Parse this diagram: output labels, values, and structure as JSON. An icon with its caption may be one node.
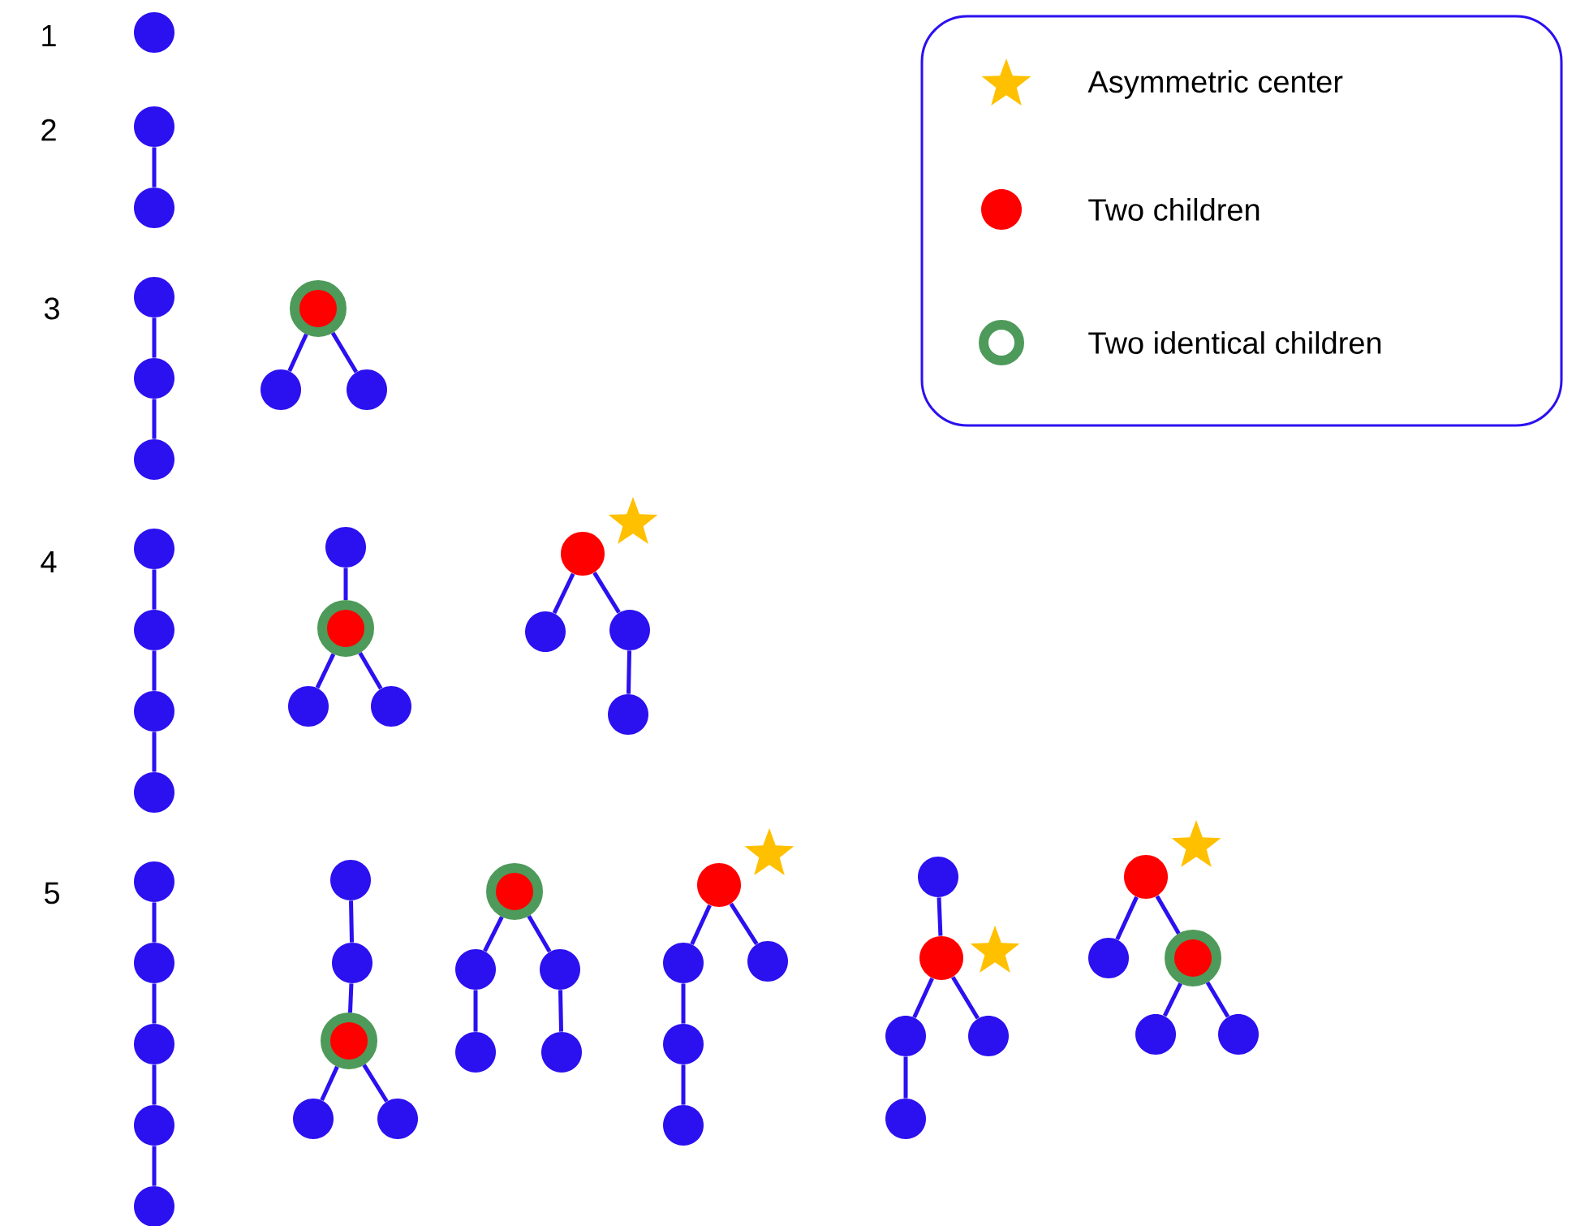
{
  "diagram": {
    "nodes": [
      {
        "text": [],
        "shape": "circle"
      },
      {
        "text": [],
        "shape": "circle"
      },
      {
        "text": [],
        "shape": "circle"
      },
      {
        "text": [],
        "shape": "circle"
      },
      {
        "text": [],
        "shape": "circle"
      },
      {
        "text": [],
        "shape": "circle"
      },
      {
        "text": [],
        "shape": "circle"
      },
      {
        "text": [],
        "shape": "circle"
      },
      {
        "text": [],
        "shape": "circle"
      },
      {
        "text": [],
        "shape": "circle"
      },
      {
        "text": [],
        "shape": "circle"
      },
      {
        "text": [],
        "shape": "circle"
      },
      {
        "text": [],
        "shape": "circle"
      },
      {
        "text": [],
        "shape": "circle"
      },
      {
        "text": [],
        "shape": "circle"
      },
      {
        "text": [],
        "shape": "circle"
      },
      {
        "text": [],
        "shape": "circle"
      },
      {
        "text": [],
        "shape": "circle"
      },
      {
        "text": [],
        "shape": "circle"
      },
      {
        "text": [],
        "shape": "circle"
      },
      {
        "text": [],
        "shape": "circle"
      },
      {
        "text": [],
        "shape": "circle"
      },
      {
        "text": [],
        "shape": "circle"
      },
      {
        "text": [],
        "shape": "circle"
      },
      {
        "text": [],
        "shape": "circle"
      },
      {
        "text": [],
        "shape": "circle"
      },
      {
        "text": [],
        "shape": "circle"
      },
      {
        "text": [],
        "shape": "circle"
      },
      {
        "text": [],
        "shape": "circle"
      },
      {
        "text": [],
        "shape": "circle"
      },
      {
        "text": [],
        "shape": "circle"
      },
      {
        "text": [],
        "shape": "circle"
      },
      {
        "text": [],
        "shape": "circle"
      },
      {
        "text": [],
        "shape": "circle"
      },
      {
        "text": [],
        "shape": "circle"
      },
      {
        "text": [],
        "shape": "circle"
      },
      {
        "text": [],
        "shape": "circle"
      },
      {
        "text": [],
        "shape": "circle"
      },
      {
        "text": [],
        "shape": "circle"
      },
      {
        "text": [],
        "shape": "circle"
      },
      {
        "text": [],
        "shape": "circle"
      },
      {
        "text": [],
        "shape": "circle"
      },
      {
        "text": [],
        "shape": "circle"
      },
      {
        "text": [],
        "shape": "circle"
      },
      {
        "text": [],
        "shape": "circle"
      },
      {
        "text": [],
        "shape": "circle"
      },
      {
        "text": [],
        "shape": "circle"
      },
      {
        "text": [],
        "shape": "circle"
      },
      {
        "text": [],
        "shape": "circle"
      },
      {
        "text": [],
        "shape": "circle"
      },
      {
        "text": [],
        "shape": "circle"
      }
    ],
    "edges": [
      {
        "from": 1,
        "to": 2,
        "arrow": "none"
      },
      {
        "from": 3,
        "to": 4,
        "arrow": "none"
      },
      {
        "from": 4,
        "to": 5,
        "arrow": "none"
      },
      {
        "from": 6,
        "to": 7,
        "arrow": "none"
      },
      {
        "from": 6,
        "to": 8,
        "arrow": "none"
      },
      {
        "from": 9,
        "to": 10,
        "arrow": "none"
      },
      {
        "from": 10,
        "to": 11,
        "arrow": "none"
      },
      {
        "from": 11,
        "to": 12,
        "arrow": "none"
      },
      {
        "from": 13,
        "to": 14,
        "arrow": "none"
      },
      {
        "from": 14,
        "to": 15,
        "arrow": "none"
      },
      {
        "from": 14,
        "to": 16,
        "arrow": "none"
      },
      {
        "from": 17,
        "to": 18,
        "arrow": "none"
      },
      {
        "from": 17,
        "to": 19,
        "arrow": "none"
      },
      {
        "from": 19,
        "to": 20,
        "arrow": "none"
      },
      {
        "from": 21,
        "to": 22,
        "arrow": "none"
      },
      {
        "from": 22,
        "to": 23,
        "arrow": "none"
      },
      {
        "from": 23,
        "to": 24,
        "arrow": "none"
      },
      {
        "from": 24,
        "to": 25,
        "arrow": "none"
      },
      {
        "from": 26,
        "to": 27,
        "arrow": "none"
      },
      {
        "from": 27,
        "to": 28,
        "arrow": "none"
      },
      {
        "from": 28,
        "to": 29,
        "arrow": "none"
      },
      {
        "from": 28,
        "to": 30,
        "arrow": "none"
      },
      {
        "from": 31,
        "to": 32,
        "arrow": "none"
      },
      {
        "from": 31,
        "to": 33,
        "arrow": "none"
      },
      {
        "from": 32,
        "to": 34,
        "arrow": "none"
      },
      {
        "from": 33,
        "to": 35,
        "arrow": "none"
      },
      {
        "from": 36,
        "to": 37,
        "arrow": "none"
      },
      {
        "from": 36,
        "to": 38,
        "arrow": "none"
      },
      {
        "from": 37,
        "to": 39,
        "arrow": "none"
      },
      {
        "from": 39,
        "to": 40,
        "arrow": "none"
      },
      {
        "from": 41,
        "to": 42,
        "arrow": "none"
      },
      {
        "from": 42,
        "to": 43,
        "arrow": "none"
      },
      {
        "from": 42,
        "to": 44,
        "arrow": "none"
      },
      {
        "from": 43,
        "to": 45,
        "arrow": "none"
      },
      {
        "from": 46,
        "to": 47,
        "arrow": "none"
      },
      {
        "from": 46,
        "to": 48,
        "arrow": "none"
      },
      {
        "from": 48,
        "to": 49,
        "arrow": "none"
      },
      {
        "from": 48,
        "to": 50,
        "arrow": "none"
      }
    ],
    "labels": [
      "1",
      "2",
      "3",
      "4",
      "5"
    ],
    "legend": [
      {
        "text": "Asymmetric center"
      },
      {
        "text": "Two children",
        "color": "#ff0000"
      },
      {
        "text": "Two identical children"
      }
    ]
  }
}
